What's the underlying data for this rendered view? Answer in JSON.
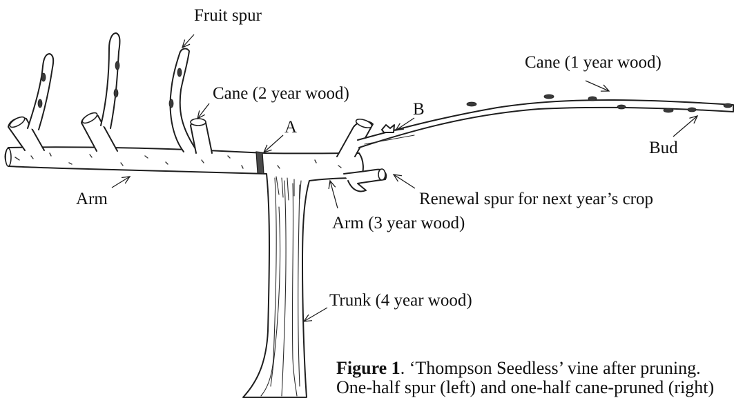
{
  "labels": {
    "fruit_spur": "Fruit spur",
    "cane_2yr": "Cane (2 year wood)",
    "point_a": "A",
    "point_b": "B",
    "cane_1yr": "Cane (1 year wood)",
    "bud": "Bud",
    "arm": "Arm",
    "renewal_spur": "Renewal spur for next year’s crop",
    "arm_3yr": "Arm (3 year wood)",
    "trunk_4yr": "Trunk (4 year wood)"
  },
  "caption": {
    "figure_label": "Figure 1",
    "title": ". ‘Thompson Seedless’ vine after pruning.",
    "line2": "One-half spur (left) and one-half cane-pruned (right)"
  },
  "colors": {
    "ink": "#1e1e1e",
    "background": "#ffffff"
  }
}
